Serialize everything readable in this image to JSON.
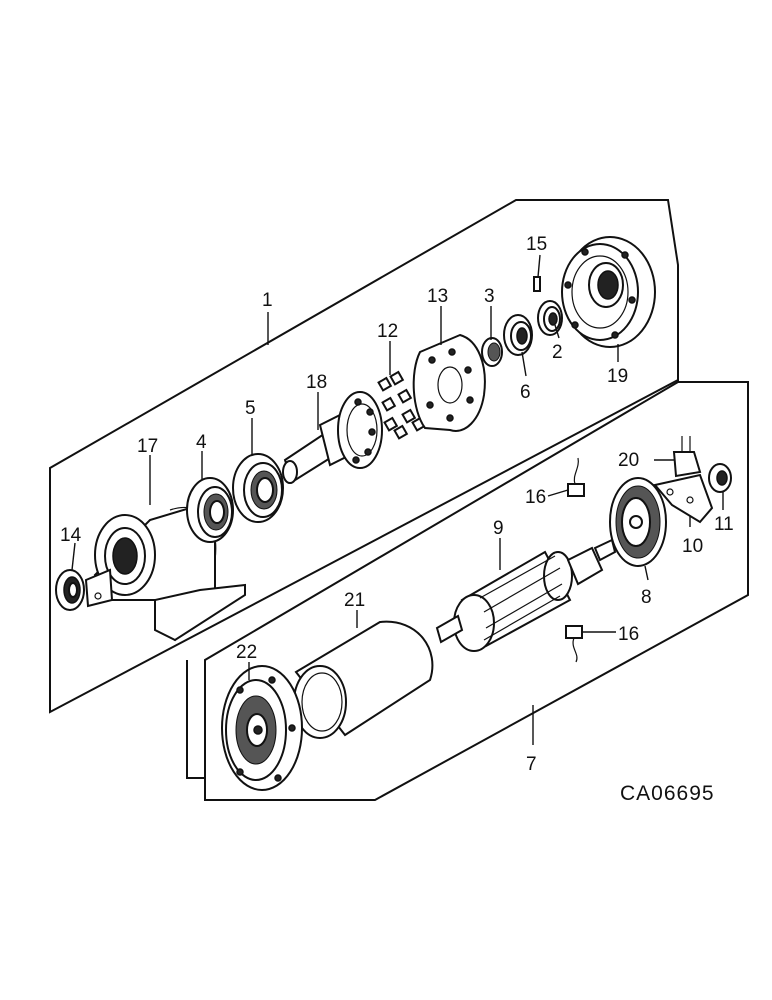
{
  "drawing_code": "CA06695",
  "callouts": {
    "c1": "1",
    "c2": "2",
    "c3": "3",
    "c4": "4",
    "c5": "5",
    "c6": "6",
    "c7": "7",
    "c8": "8",
    "c9": "9",
    "c10": "10",
    "c11": "11",
    "c12": "12",
    "c13": "13",
    "c14": "14",
    "c15": "15",
    "c16a": "16",
    "c16b": "16",
    "c17": "17",
    "c18": "18",
    "c19": "19",
    "c20": "20",
    "c21": "21",
    "c22": "22"
  }
}
